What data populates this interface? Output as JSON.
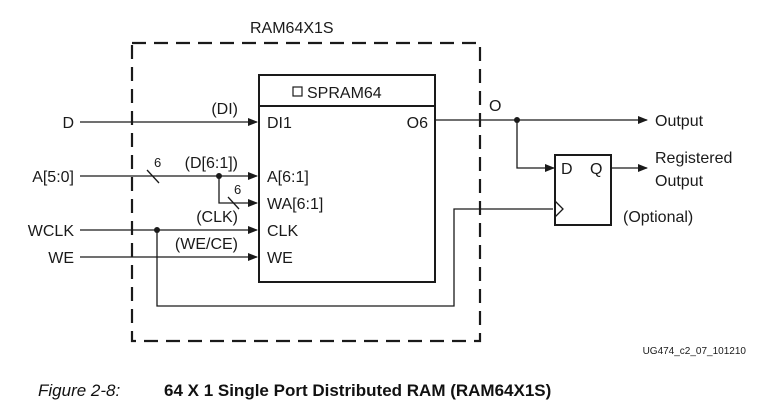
{
  "diagram": {
    "title": "RAM64X1S",
    "primitive": {
      "icon": "square-icon",
      "name": "SPRAM64",
      "ports_in": [
        "DI1",
        "A[6:1]",
        "WA[6:1]",
        "CLK",
        "WE"
      ],
      "port_out": "O6"
    },
    "inputs": {
      "d": "D",
      "a": "A[5:0]",
      "wclk": "WCLK",
      "we": "WE"
    },
    "signal_labels": {
      "di": "(DI)",
      "d61": "(D[6:1])",
      "clk": "(CLK)",
      "wece": "(WE/CE)",
      "o": "O"
    },
    "bus_widths": {
      "a_bus": "6",
      "wa_bus": "6"
    },
    "flipflop": {
      "d": "D",
      "q": "Q"
    },
    "outputs": {
      "output": "Output",
      "registered_line1": "Registered",
      "registered_line2": "Output",
      "optional": "(Optional)"
    },
    "figure_id": "UG474_c2_07_101210"
  },
  "caption": {
    "prefix": "Figure 2-8:",
    "title": "64 X 1 Single Port Distributed RAM (RAM64X1S)"
  }
}
